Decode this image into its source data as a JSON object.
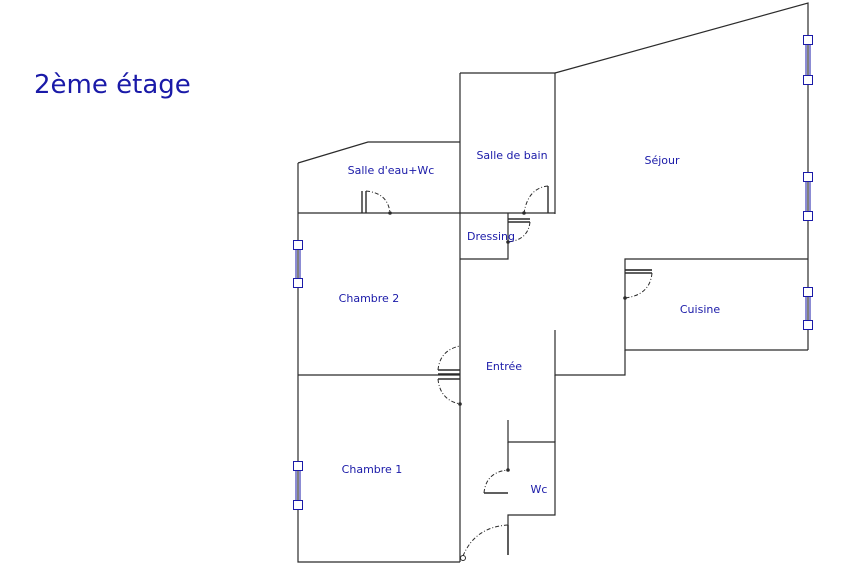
{
  "title": "2ème étage",
  "colors": {
    "label": "#1a1aa8",
    "wall": "#2b2b2b",
    "window": "#1a1aa8"
  },
  "rooms": {
    "salle_eau_wc": "Salle d'eau+Wc",
    "salle_de_bain": "Salle de bain",
    "sejour": "Séjour",
    "dressing": "Dressing",
    "chambre_2": "Chambre 2",
    "cuisine": "Cuisine",
    "entree": "Entrée",
    "chambre_1": "Chambre 1",
    "wc": "Wc"
  }
}
